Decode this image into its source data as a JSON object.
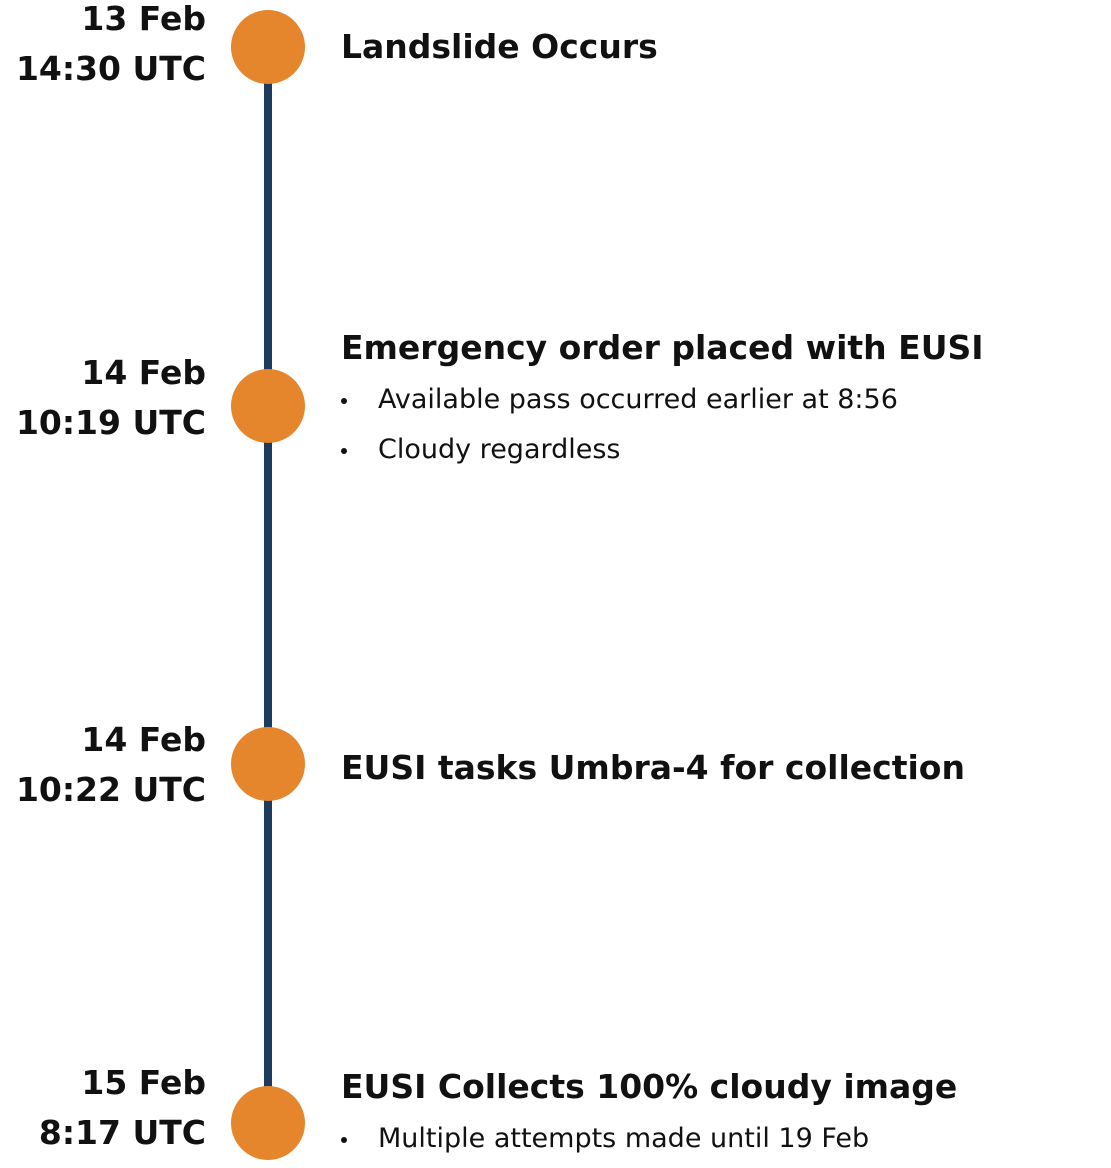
{
  "colors": {
    "line": "#1d3a5f",
    "dot": "#e5852c",
    "text": "#111111"
  },
  "events": [
    {
      "date": "13 Feb",
      "time": "14:30 UTC",
      "title": "Landslide Occurs",
      "bullets": []
    },
    {
      "date": "14 Feb",
      "time": "10:19 UTC",
      "title": "Emergency order placed with EUSI",
      "bullets": [
        "Available pass occurred earlier at 8:56",
        "Cloudy regardless"
      ]
    },
    {
      "date": "14 Feb",
      "time": "10:22 UTC",
      "title": "EUSI tasks Umbra-4 for collection",
      "bullets": []
    },
    {
      "date": "15 Feb",
      "time": "8:17 UTC",
      "title": "EUSI Collects 100% cloudy image",
      "bullets": [
        "Multiple attempts made until 19 Feb"
      ]
    }
  ]
}
